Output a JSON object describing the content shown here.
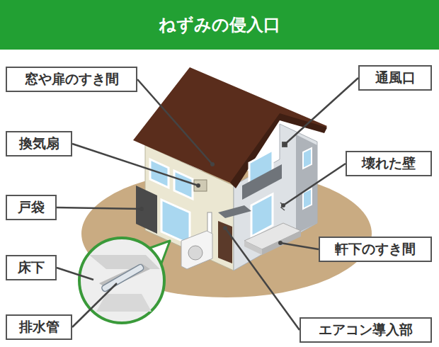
{
  "diagram": {
    "title": "ねずみの侵入口",
    "nodes": [
      {
        "text": [
          "窓や扉のすき間"
        ]
      },
      {
        "text": [
          "換気扇"
        ]
      },
      {
        "text": [
          "戸袋"
        ]
      },
      {
        "text": [
          "床下"
        ]
      },
      {
        "text": [
          "排水管"
        ]
      },
      {
        "text": [
          "通風口"
        ]
      },
      {
        "text": [
          "壊れた壁"
        ]
      },
      {
        "text": [
          "軒下のすき間"
        ]
      },
      {
        "text": [
          "エアコン導入部"
        ]
      }
    ]
  }
}
